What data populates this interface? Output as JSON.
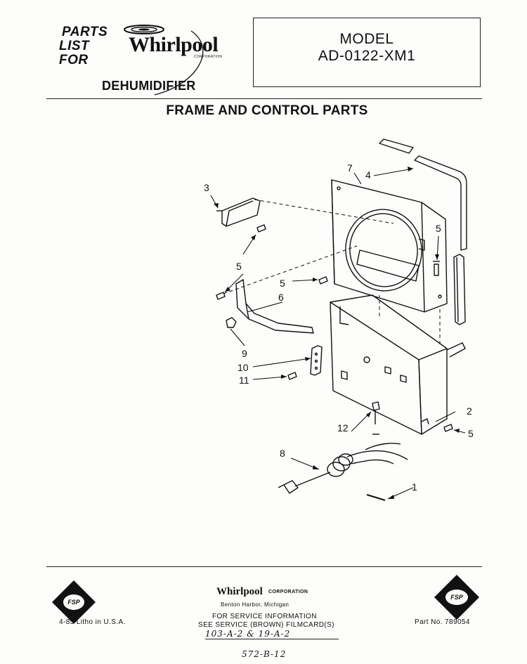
{
  "header": {
    "parts_list_lines": [
      "PARTS",
      "LIST",
      "FOR"
    ],
    "brand_name": "Whirlpool",
    "brand_corp_small": "CORPORATION",
    "product": "DEHUMIDIFIER"
  },
  "model_box": {
    "label": "MODEL",
    "number": "AD-0122-XM1"
  },
  "section_title": "FRAME AND CONTROL PARTS",
  "callouts": [
    "1",
    "2",
    "3",
    "4",
    "5",
    "5",
    "5",
    "5",
    "6",
    "7",
    "8",
    "9",
    "10",
    "11",
    "12"
  ],
  "footer": {
    "fsp_label": "FSP",
    "company_name": "Whirlpool",
    "company_suffix": "CORPORATION",
    "company_city": "Benton Harbor, Michigan",
    "service_line_1": "FOR SERVICE INFORMATION",
    "service_line_2": "SEE SERVICE (BROWN) FILMCARD(S)",
    "filmcard_handwritten": "103-A-2 & 19-A-2",
    "date_litho": "4-85  Litho in U.S.A.",
    "part_no": "Part No. 789054",
    "page_code_handwritten": "572-B-12"
  },
  "icons": [
    "whirlpool-swirl-icon",
    "fsp-seal-icon"
  ]
}
